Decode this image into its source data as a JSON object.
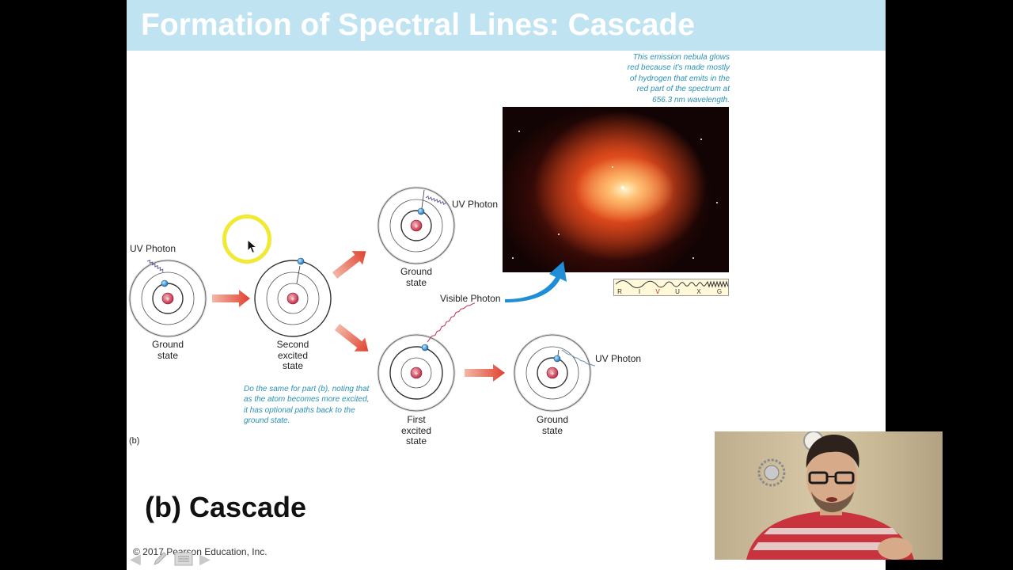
{
  "slide": {
    "title": "Formation of Spectral Lines: Cascade",
    "nebula_caption": [
      "This emission nebula glows",
      "red because it's made mostly",
      "of hydrogen that emits in the",
      "red part of the spectrum at",
      "656.3 nm wavelength."
    ],
    "uv_photon_label": "UV Photon",
    "visible_photon_label": "Visible Photon",
    "atom_labels": {
      "initial_ground": "Ground state",
      "second_excited": "Second excited state",
      "top_ground": "Ground state",
      "first_excited": "First excited state",
      "final_ground": "Ground state"
    },
    "note_caption": [
      "Do the same for part (b), noting that",
      "as the atom becomes more excited,",
      "it has optional paths back to the",
      "ground state."
    ],
    "part_label": "(b)",
    "spectrum_letters": [
      "R",
      "I",
      "V",
      "U",
      "X",
      "G"
    ],
    "heading": "(b) Cascade",
    "copyright": "© 2017 Pearson Education, Inc."
  },
  "colors": {
    "title_bar": "#bfe3f1",
    "arrow": "#e0412e",
    "caption": "#2a90b4",
    "highlight_ring": "#f1ea35",
    "visible_arrow": "#1f8ed6"
  },
  "icons": [
    "mouse-pointer-icon",
    "nav-back-icon",
    "pen-icon",
    "menu-icon",
    "nav-forward-icon"
  ]
}
